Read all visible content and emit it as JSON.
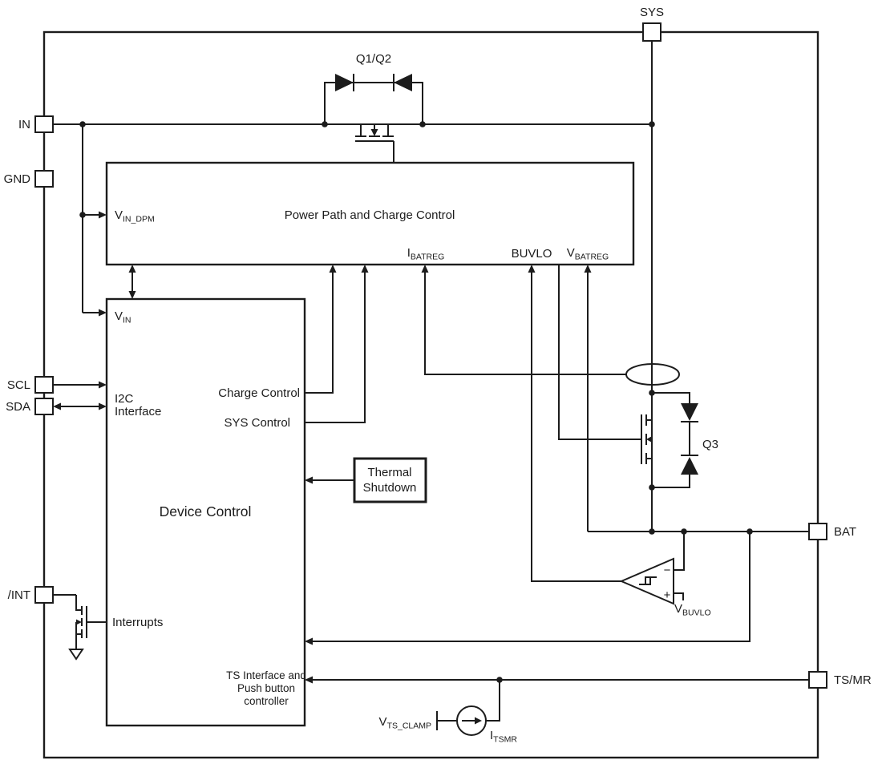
{
  "pins": {
    "sys": "SYS",
    "in": "IN",
    "gnd": "GND",
    "scl": "SCL",
    "sda": "SDA",
    "int": "/INT",
    "bat": "BAT",
    "tsmr": "TS/MR"
  },
  "blocks": {
    "power_path_title": "Power Path and Charge Control",
    "device_control_title": "Device Control",
    "thermal_line1": "Thermal",
    "thermal_line2": "Shutdown"
  },
  "signals": {
    "vin_dpm_base": "V",
    "vin_dpm_sub": "IN_DPM",
    "ibatreg_base": "I",
    "ibatreg_sub": "BATREG",
    "buvlo": "BUVLO",
    "vbatreg_base": "V",
    "vbatreg_sub": "BATREG",
    "vin_base": "V",
    "vin_sub": "IN",
    "i2c_line1": "I2C",
    "i2c_line2": "Interface",
    "charge_control": "Charge Control",
    "sys_control": "SYS Control",
    "interrupts": "Interrupts",
    "ts_line1": "TS Interface and",
    "ts_line2": "Push button",
    "ts_line3": "controller",
    "vbuvlo_base": "V",
    "vbuvlo_sub": "BUVLO",
    "vts_clamp_base": "V",
    "vts_clamp_sub": "TS_CLAMP",
    "itsmr_base": "I",
    "itsmr_sub": "TSMR",
    "comp_minus": "−",
    "comp_plus": "+"
  },
  "transistors": {
    "q1q2": "Q1/Q2",
    "q3": "Q3"
  },
  "colors": {
    "line": "#1c1c1c",
    "background": "#ffffff"
  }
}
